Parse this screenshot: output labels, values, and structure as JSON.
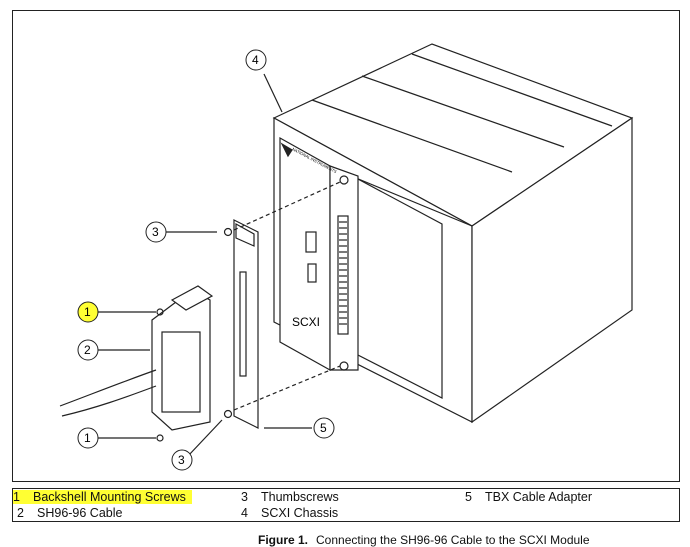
{
  "callouts": {
    "c1_top": "1",
    "c2": "2",
    "c1_bottom": "1",
    "c3_top": "3",
    "c3_bottom": "3",
    "c4": "4",
    "c5": "5"
  },
  "module_label": "SCXI",
  "brand_label": "NATIONAL INSTRUMENTS",
  "legend": [
    {
      "number": "1",
      "label": "Backshell Mounting Screws",
      "highlighted": true
    },
    {
      "number": "2",
      "label": "SH96-96 Cable",
      "highlighted": false
    },
    {
      "number": "3",
      "label": "Thumbscrews",
      "highlighted": false
    },
    {
      "number": "4",
      "label": "SCXI Chassis",
      "highlighted": false
    },
    {
      "number": "5",
      "label": "TBX Cable Adapter",
      "highlighted": false
    }
  ],
  "caption": {
    "figure": "Figure 1.",
    "text": "Connecting the SH96-96 Cable to the SCXI Module"
  },
  "colors": {
    "highlight": "#ffff33",
    "line": "#222222"
  }
}
